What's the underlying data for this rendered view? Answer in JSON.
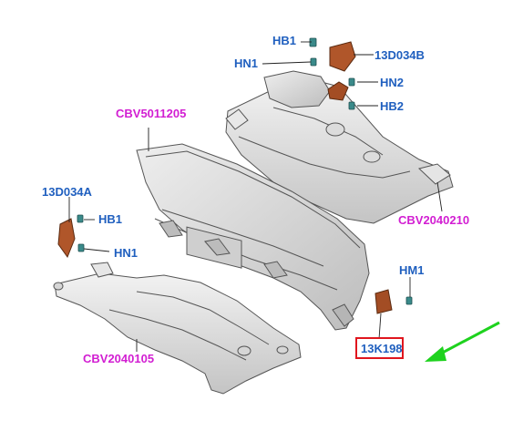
{
  "labels": {
    "hb1_top": "HB1",
    "hn1_top": "HN1",
    "part_13d034b": "13D034B",
    "hn2": "HN2",
    "hb2": "HB2",
    "cbv5011205": "CBV5011205",
    "part_13d034a": "13D034A",
    "hb1_left": "HB1",
    "hn1_left": "HN1",
    "cbv2040210": "CBV2040210",
    "hm1": "HM1",
    "cbv2040105": "CBV2040105",
    "part_13k198": "13K198"
  },
  "colors": {
    "callout_blue": "#1f5fbf",
    "callout_magenta": "#d21ed2",
    "highlight_red": "#e0161e",
    "pointer_green": "#1ed21e",
    "part_brown": "#b0562a",
    "fastener_teal": "#3a8a8a",
    "frame_grey": "#d9d9d9"
  },
  "icons": {
    "pointer": "green-arrow-icon",
    "bracket": "bracket-icon",
    "bolt": "bolt-icon",
    "nut": "nut-icon"
  }
}
